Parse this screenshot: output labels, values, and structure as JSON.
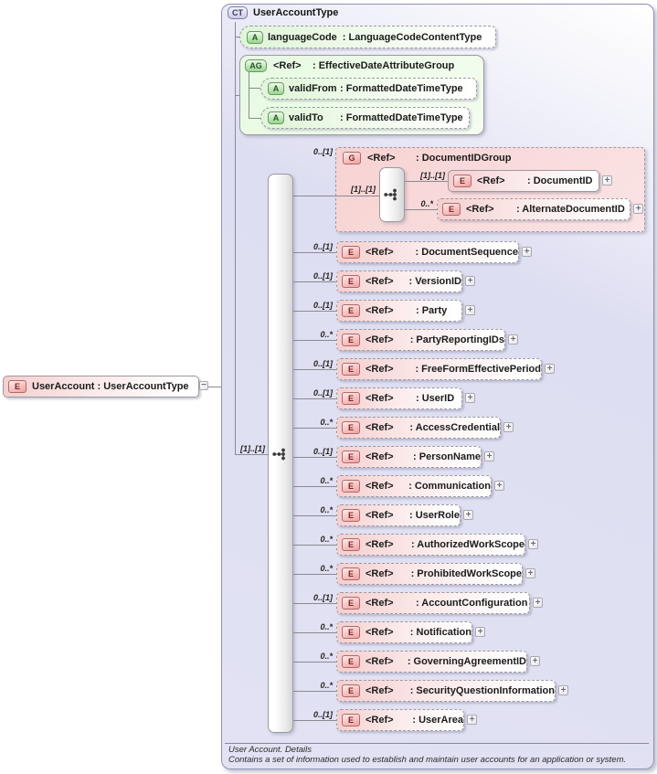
{
  "palette": {
    "element_pink": "#f5cfcf",
    "attribute_green": "#dff5d8",
    "container_lavender": "#e0e0f3",
    "border_gray": "#9a9aa2"
  },
  "icons": {
    "expand": "+",
    "collapse": "−"
  },
  "root": {
    "badge": "E",
    "label": "UserAccount : UserAccountType"
  },
  "header": {
    "badge": "CT",
    "title": "UserAccountType"
  },
  "attributes": {
    "language_code": {
      "badge": "A",
      "name": "languageCode",
      "type_label": ": LanguageCodeContentType"
    },
    "effective_date_group": {
      "badge": "AG",
      "ref": "<Ref>",
      "type_label": ": EffectiveDateAttributeGroup",
      "items": [
        {
          "badge": "A",
          "name": "validFrom",
          "type_label": ": FormattedDateTimeType"
        },
        {
          "badge": "A",
          "name": "validTo",
          "type_label": ": FormattedDateTimeType"
        }
      ]
    }
  },
  "sequence": {
    "card": "[1]..[1]"
  },
  "group": {
    "card": "0..[1]",
    "badge": "G",
    "ref": "<Ref>",
    "type_label": ": DocumentIDGroup",
    "seq_card": "[1]..[1]",
    "children": [
      {
        "card": "[1]..[1]",
        "badge": "E",
        "ref": "<Ref>",
        "type_label": ": DocumentID"
      },
      {
        "card": "0..*",
        "badge": "E",
        "ref": "<Ref>",
        "type_label": ": AlternateDocumentID"
      }
    ]
  },
  "elements": [
    {
      "card": "0..[1]",
      "badge": "E",
      "ref": "<Ref>",
      "type_label": ": DocumentSequence"
    },
    {
      "card": "0..[1]",
      "badge": "E",
      "ref": "<Ref>",
      "type_label": ": VersionID"
    },
    {
      "card": "0..[1]",
      "badge": "E",
      "ref": "<Ref>",
      "type_label": ": Party"
    },
    {
      "card": "0..*",
      "badge": "E",
      "ref": "<Ref>",
      "type_label": ": PartyReportingIDs"
    },
    {
      "card": "0..[1]",
      "badge": "E",
      "ref": "<Ref>",
      "type_label": ": FreeFormEffectivePeriod"
    },
    {
      "card": "0..[1]",
      "badge": "E",
      "ref": "<Ref>",
      "type_label": ": UserID"
    },
    {
      "card": "0..*",
      "badge": "E",
      "ref": "<Ref>",
      "type_label": ": AccessCredential"
    },
    {
      "card": "0..[1]",
      "badge": "E",
      "ref": "<Ref>",
      "type_label": ": PersonName"
    },
    {
      "card": "0..*",
      "badge": "E",
      "ref": "<Ref>",
      "type_label": ": Communication"
    },
    {
      "card": "0..*",
      "badge": "E",
      "ref": "<Ref>",
      "type_label": ": UserRole"
    },
    {
      "card": "0..*",
      "badge": "E",
      "ref": "<Ref>",
      "type_label": ": AuthorizedWorkScope"
    },
    {
      "card": "0..*",
      "badge": "E",
      "ref": "<Ref>",
      "type_label": ": ProhibitedWorkScope"
    },
    {
      "card": "0..[1]",
      "badge": "E",
      "ref": "<Ref>",
      "type_label": ": AccountConfiguration"
    },
    {
      "card": "0..*",
      "badge": "E",
      "ref": "<Ref>",
      "type_label": ": Notification"
    },
    {
      "card": "0..*",
      "badge": "E",
      "ref": "<Ref>",
      "type_label": ": GoverningAgreementID"
    },
    {
      "card": "0..*",
      "badge": "E",
      "ref": "<Ref>",
      "type_label": ": SecurityQuestionInformation"
    },
    {
      "card": "0..[1]",
      "badge": "E",
      "ref": "<Ref>",
      "type_label": ": UserArea"
    }
  ],
  "annotation": {
    "line1": "User Account. Details",
    "line2": "Contains a set of information used to establish and maintain user accounts for an application or system."
  }
}
